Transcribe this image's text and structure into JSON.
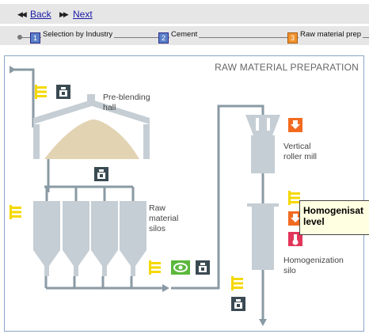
{
  "nav": {
    "back_label": "Back",
    "next_label": "Next"
  },
  "breadcrumb": [
    {
      "num": "1",
      "label": "Selection by Industry",
      "color": "#5a7fc8"
    },
    {
      "num": "2",
      "label": "Cement",
      "color": "#5a7fc8"
    },
    {
      "num": "3",
      "label": "Raw material prep",
      "color": "#f0922d"
    }
  ],
  "diagram": {
    "title": "RAW MATERIAL PREPARATION",
    "labels": {
      "preblending": "Pre-blending\nhall",
      "raw_silos": "Raw\nmaterial\nsilos",
      "roller_mill": "Vertical\nroller mill",
      "homogenization": "Homogenization\nsilo"
    },
    "tooltip": "Homogenisat\nlevel"
  },
  "colors": {
    "accent_yellow": "#f5d800",
    "orange": "#f26b21",
    "green": "#5cb83c",
    "red": "#e2355a",
    "dark_icon": "#3a4a52",
    "pipe": "#8a9aa4",
    "equipment": "#c5ced4",
    "pile": "#e2d3b3"
  },
  "icons": [
    "level-icon",
    "weighing-icon",
    "orange-device-icon",
    "green-flow-icon",
    "temperature-icon"
  ]
}
